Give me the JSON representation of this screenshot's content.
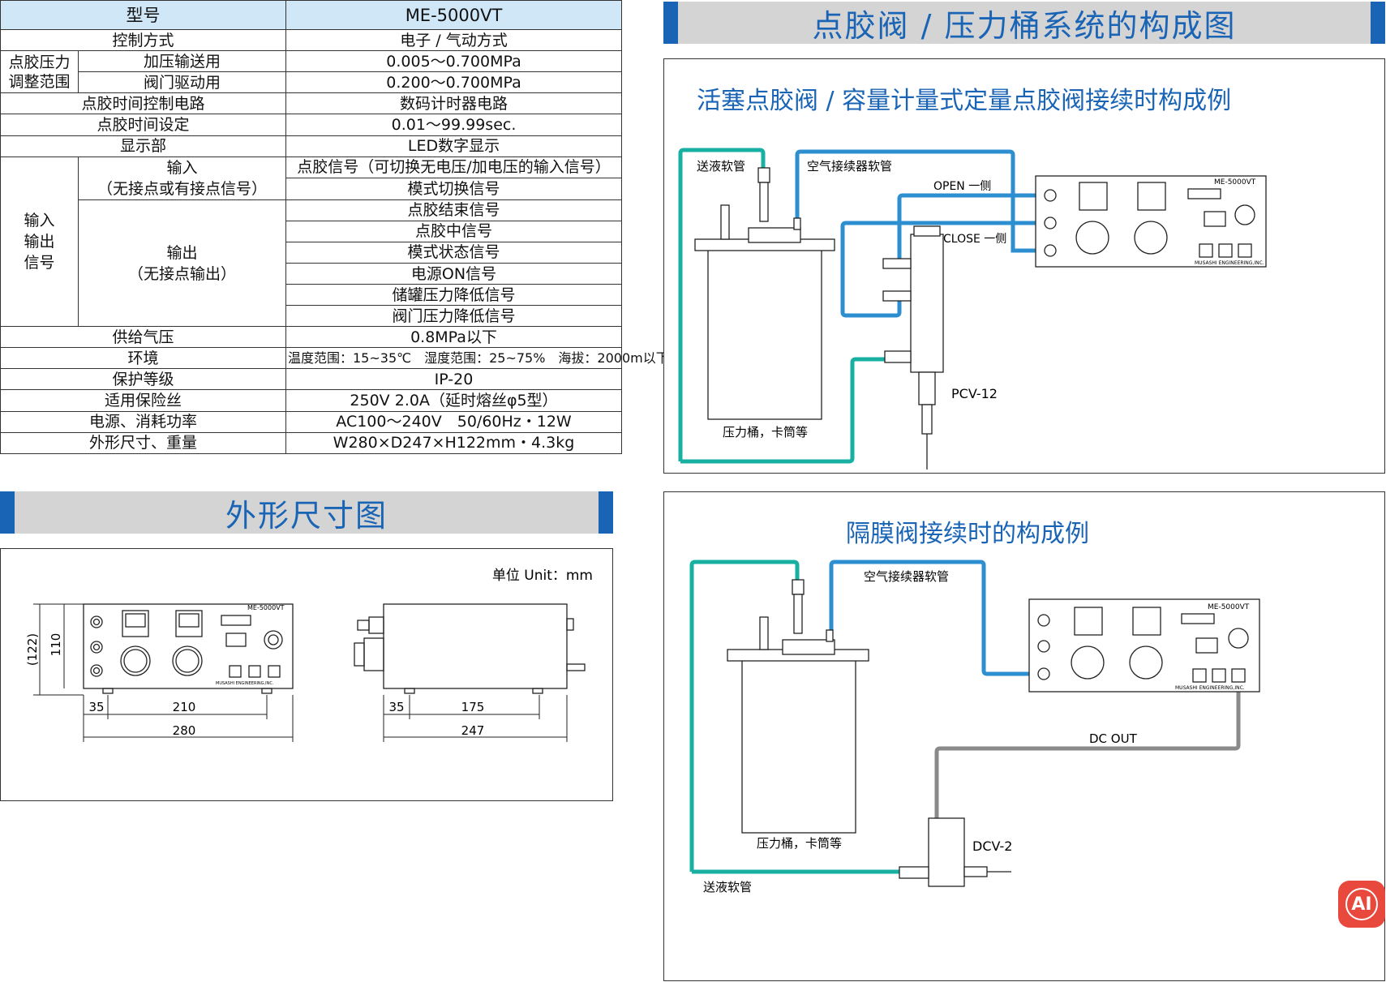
{
  "spec_table": {
    "header": {
      "label": "型号",
      "value": "ME-5000VT"
    },
    "control_method": {
      "label": "控制方式",
      "value": "电子 / 气动方式"
    },
    "pressure_group": "点胶压力\n调整范围",
    "pressure_feed": {
      "label": "加压输送用",
      "value": "0.005～0.700MPa"
    },
    "pressure_valve": {
      "label": "阀门驱动用",
      "value": "0.200～0.700MPa"
    },
    "timer_circuit": {
      "label": "点胶时间控制电路",
      "value": "数码计时器电路"
    },
    "time_setting": {
      "label": "点胶时间设定",
      "value": "0.01～99.99sec."
    },
    "display": {
      "label": "显示部",
      "value": "LED数字显示"
    },
    "io_group": "输入\n输出\n信号",
    "input_label": "输入\n（无接点或有接点信号）",
    "input_values": [
      "点胶信号（可切换无电压/加电压的输入信号）",
      "模式切换信号"
    ],
    "output_label": "输出\n（无接点输出）",
    "output_values": [
      "点胶结束信号",
      "点胶中信号",
      "模式状态信号",
      "电源ON信号",
      "储罐压力降低信号",
      "阀门压力降低信号"
    ],
    "supply_pressure": {
      "label": "供给气压",
      "value": "0.8MPa以下"
    },
    "environment": {
      "label": "环境",
      "value": "温度范围：15~35℃　湿度范围：25~75%　海拔：2000m以下"
    },
    "protection": {
      "label": "保护等级",
      "value": "IP-20"
    },
    "fuse": {
      "label": "适用保险丝",
      "value": "250V 2.0A（延时熔丝φ5型）"
    },
    "power": {
      "label": "电源、消耗功率",
      "value": "AC100～240V　50/60Hz・12W"
    },
    "dimensions": {
      "label": "外形尺寸、重量",
      "value": "W280×D247×H122mm・4.3kg"
    }
  },
  "outline": {
    "title": "外形尺寸图",
    "unit": "单位 Unit：mm",
    "front": {
      "dim_122": "(122)",
      "dim_110": "110",
      "dim_35": "35",
      "dim_210": "210",
      "dim_280": "280",
      "model": "ME-5000VT",
      "maker": "MUSASHI ENGINEERING,INC."
    },
    "side": {
      "dim_35": "35",
      "dim_175": "175",
      "dim_247": "247"
    }
  },
  "system": {
    "title": "点胶阀 / 压力桶系统的构成图",
    "piston_title": "活塞点胶阀 / 容量计量式定量点胶阀接续时构成例",
    "piston": {
      "feed_hose": "送液软管",
      "air_hose": "空气接续器软管",
      "open": "OPEN 一侧",
      "close": "CLOSE 一侧",
      "tank": "压力桶，卡筒等",
      "valve": "PCV-12",
      "model": "ME-5000VT",
      "maker": "MUSASHI ENGINEERING,INC."
    },
    "diaphragm_title": "隔膜阀接续时的构成例",
    "diaphragm": {
      "air_hose": "空气接续器软管",
      "dc_out": "DC OUT",
      "tank": "压力桶，卡筒等",
      "valve": "DCV-2",
      "feed_hose": "送液软管",
      "model": "ME-5000VT",
      "maker": "MUSASHI ENGINEERING,INC."
    }
  },
  "badge": {
    "label": "AI"
  },
  "colors": {
    "accent": "#1a64b6",
    "header_bg": "#cfe7f7",
    "teal": "#18b0a2",
    "air": "#2d8fd0",
    "cable": "#8a8a8a"
  }
}
